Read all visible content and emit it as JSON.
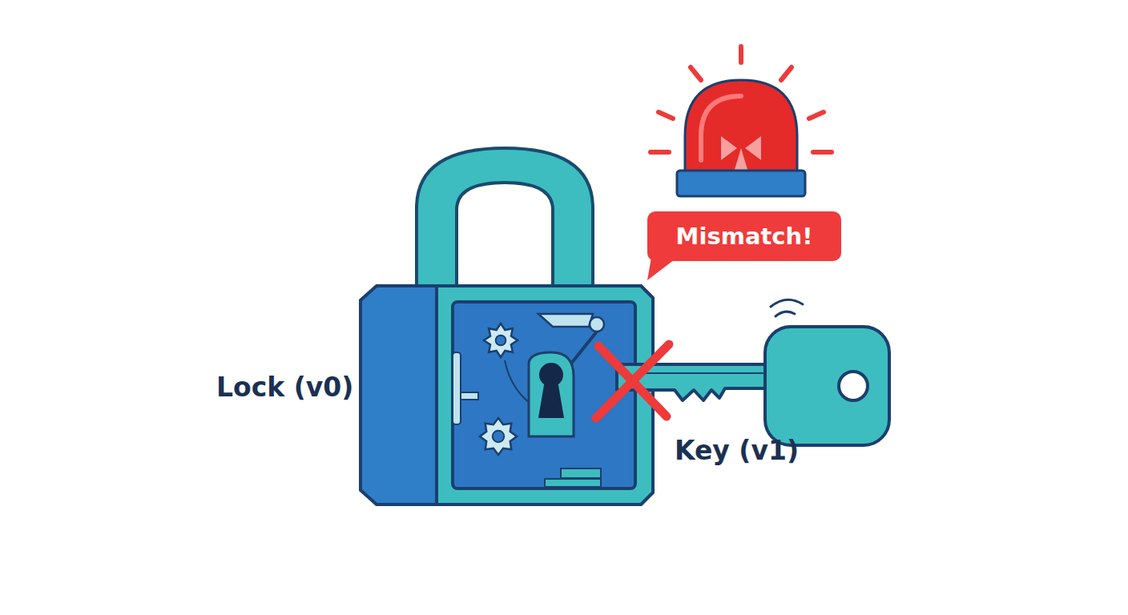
{
  "diagram": {
    "nodes": [
      {
        "text": [
          "Mismatch!"
        ]
      }
    ],
    "labels": [
      "Lock (v0)",
      "Key (v1)"
    ]
  }
}
